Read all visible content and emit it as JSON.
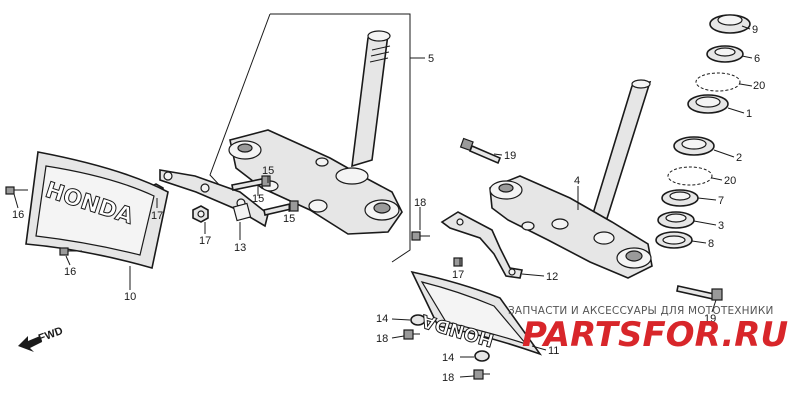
{
  "callouts": {
    "n1": "1",
    "n2": "2",
    "n3": "3",
    "n4": "4",
    "n5": "5",
    "n6": "6",
    "n7": "7",
    "n8": "8",
    "n9": "9",
    "n10": "10",
    "n11": "11",
    "n12": "12",
    "n13": "13",
    "n14a": "14",
    "n14b": "14",
    "n15a": "15",
    "n15b": "15",
    "n15c": "15",
    "n16a": "16",
    "n16b": "16",
    "n17a": "17",
    "n17b": "17",
    "n18a": "18",
    "n18b": "18",
    "n18c": "18",
    "n19a": "19",
    "n19b": "19",
    "n20a": "20",
    "n20b": "20"
  },
  "emblem": {
    "front_text": "HONDA",
    "rear_text": "HONDA"
  },
  "direction_label": "FWD",
  "watermark": {
    "tagline": "ЗАПЧАСТИ И АКСЕССУАРЫ ДЛЯ МОТОТЕХНИКИ",
    "logo": "PARTSFOR.RU"
  },
  "colors": {
    "watermark_red": "#d8262a",
    "line": "#1a1a1a"
  }
}
